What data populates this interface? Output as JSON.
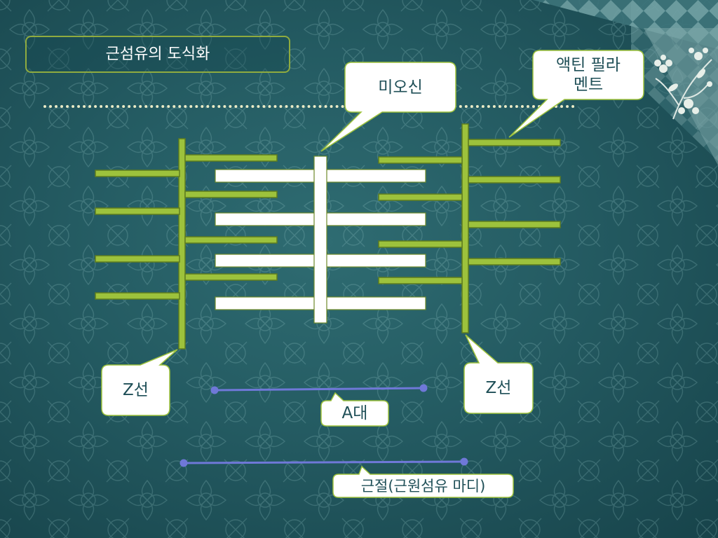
{
  "slide": {
    "title": "근섬유의 도식화",
    "colors": {
      "background": "#245b62",
      "actin_filament": "#9dc23c",
      "actin_outline": "#5e7d1f",
      "myosin": "#ffffff",
      "callout_border": "#9dc23c",
      "bracket_line": "#6f78d8",
      "title_border": "#8fab3f"
    }
  },
  "labels": {
    "myosin": "미오신",
    "actin_line1": "액틴 필라",
    "actin_line2": "멘트",
    "z_line_left": "Z선",
    "z_line_right": "Z선",
    "a_band": "A대",
    "sarcomere": "근절(근원섬유 마디)"
  },
  "icons": {
    "decoration": "floral-corner-icon",
    "pattern": "damask-pattern-icon"
  }
}
